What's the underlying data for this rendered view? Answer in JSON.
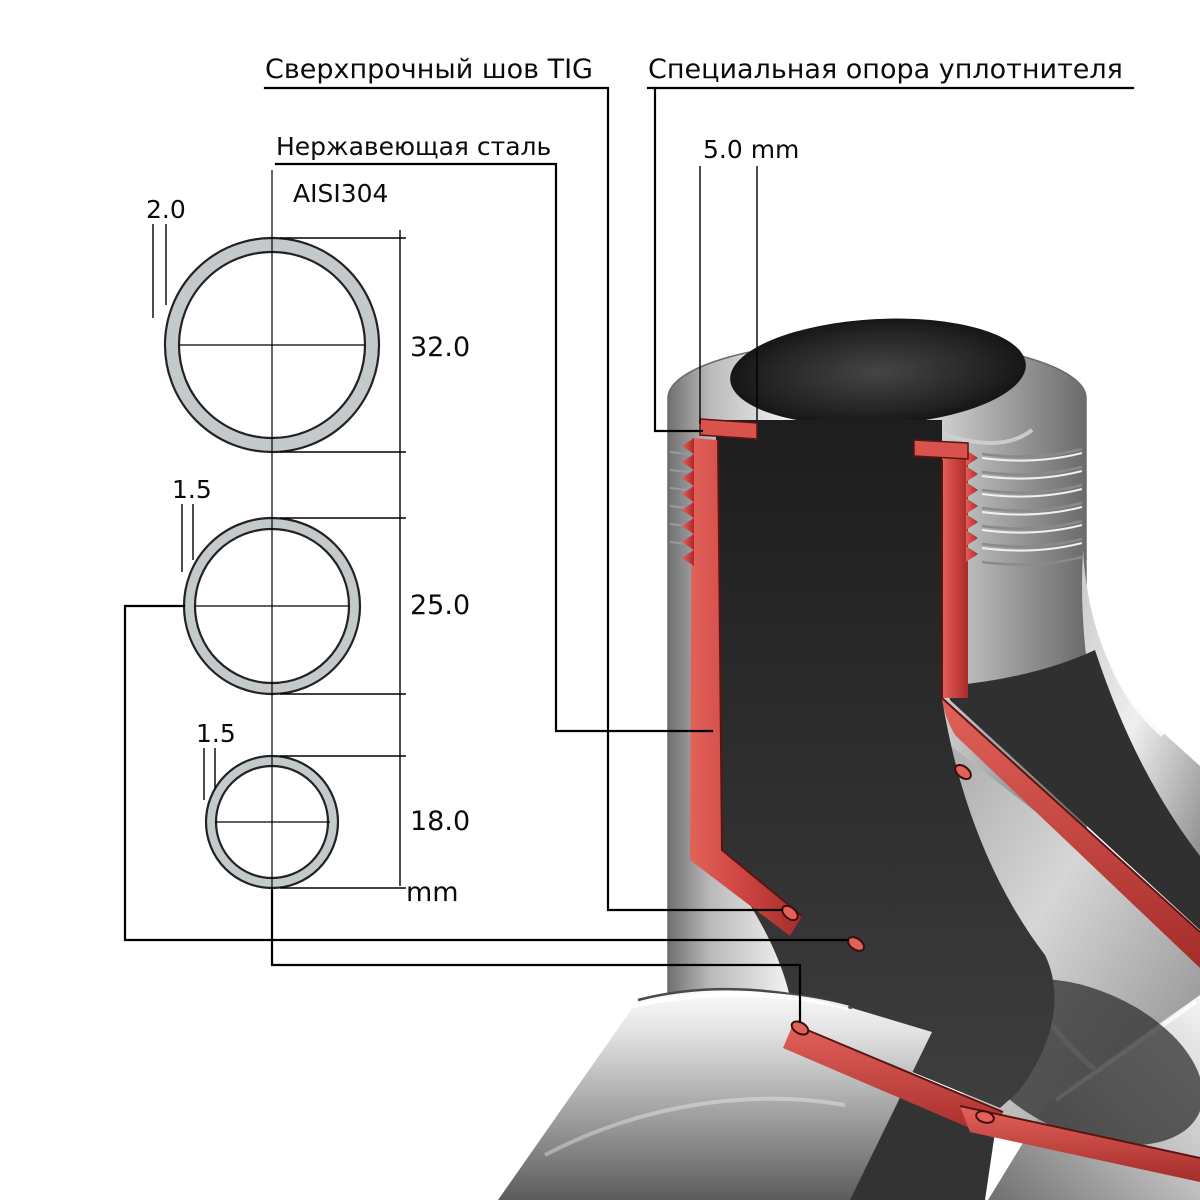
{
  "annotations": {
    "tig_label": "Сверхпрочный шов TIG",
    "seal_support_label": "Специальная опора уплотнителя",
    "material_label": "Нержавеющая сталь",
    "material_grade": "AISI304",
    "seal_width": "5.0 mm",
    "units_label": "mm"
  },
  "pipes": [
    {
      "outer_diameter": "32.0",
      "wall_thickness": "2.0"
    },
    {
      "outer_diameter": "25.0",
      "wall_thickness": "1.5"
    },
    {
      "outer_diameter": "18.0",
      "wall_thickness": "1.5"
    }
  ],
  "colors": {
    "section_red": "#cc4340",
    "section_red_dark": "#a52c2a",
    "interior_dark": "#2a2a2a",
    "metal_light": "#efefef",
    "metal_dark": "#6b6b6b",
    "annotation_line": "#000000",
    "ring_gray": "#c4c9cc"
  }
}
